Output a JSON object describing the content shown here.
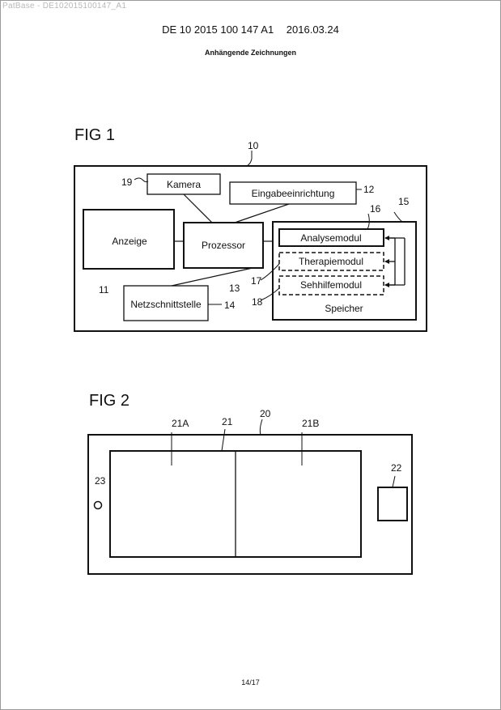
{
  "watermark": "PatBase - DE102015100147_A1",
  "header": {
    "publication": "DE 10 2015 100 147 A1",
    "date": "2016.03.24",
    "subtitle": "Anhängende Zeichnungen"
  },
  "fig1": {
    "title": "FIG 1",
    "outer_ref": "10",
    "camera_label": "Kamera",
    "camera_ref": "19",
    "input_label": "Eingabeeinrichtung",
    "input_ref": "12",
    "display_label": "Anzeige",
    "display_ref": "11",
    "processor_label": "Prozessor",
    "processor_ref": "13",
    "network_label": "Netzschnittstelle",
    "network_ref": "14",
    "memory_label": "Speicher",
    "memory_ref": "15",
    "analysis_label": "Analysemodul",
    "analysis_ref": "16",
    "therapy_label": "Therapiemodul",
    "therapy_ref": "17",
    "visionaid_label": "Sehhilfemodul",
    "visionaid_ref": "18"
  },
  "fig2": {
    "title": "FIG 2",
    "device_ref": "20",
    "screen_ref": "21",
    "left_half_ref": "21A",
    "right_half_ref": "21B",
    "camera_ref": "22",
    "button_ref": "23"
  },
  "page_number": "14/17"
}
